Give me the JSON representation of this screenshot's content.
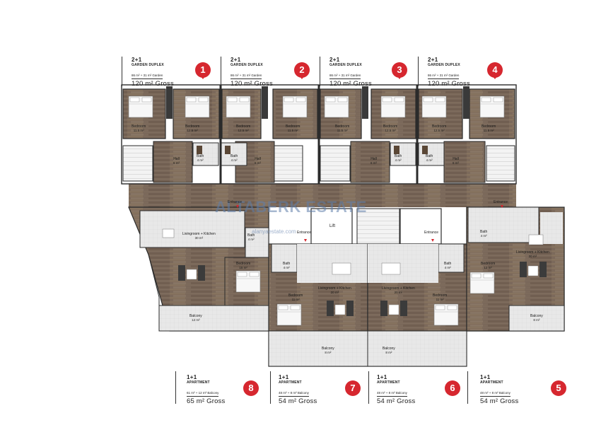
{
  "top_units": [
    {
      "number": "1",
      "type": "2+1",
      "name": "GARDEN DUPLEX",
      "area": "86 m² + 31 m² Garden",
      "gross": "120 m² Gross"
    },
    {
      "number": "2",
      "type": "2+1",
      "name": "GARDEN DUPLEX",
      "area": "86 m² + 31 m² Garden",
      "gross": "120 m² Gross"
    },
    {
      "number": "3",
      "type": "2+1",
      "name": "GARDEN DUPLEX",
      "area": "86 m² + 31 m² Garden",
      "gross": "120 m² Gross"
    },
    {
      "number": "4",
      "type": "2+1",
      "name": "GARDEN DUPLEX",
      "area": "86 m² + 31 m² Garden",
      "gross": "120 m² Gross"
    }
  ],
  "bottom_units": [
    {
      "number": "8",
      "type": "1+1",
      "name": "APARTMENT",
      "area": "61 m² + 12 m² Balcony",
      "gross": "65 m² Gross"
    },
    {
      "number": "7",
      "type": "1+1",
      "name": "APARTMENT",
      "area": "48 m² + 8 m² Balcony",
      "gross": "54 m² Gross"
    },
    {
      "number": "6",
      "type": "1+1",
      "name": "APARTMENT",
      "area": "48 m² + 8 m² Balcony",
      "gross": "54 m² Gross"
    },
    {
      "number": "5",
      "type": "1+1",
      "name": "APARTMENT",
      "area": "48 m² + 8 m² Balcony",
      "gross": "54 m² Gross"
    }
  ],
  "rooms": {
    "u1_bed_a": {
      "name": "Bedroom",
      "area": "11.5 m²"
    },
    "u1_bed_b": {
      "name": "Bedroom",
      "area": "12.5 m²"
    },
    "u1_hall": {
      "name": "Hall",
      "area": "6 m²"
    },
    "u1_bath": {
      "name": "Bath",
      "area": "4 m²"
    },
    "u2_bed_a": {
      "name": "Bedroom",
      "area": "12.5 m²"
    },
    "u2_bed_b": {
      "name": "Bedroom",
      "area": "11.5 m²"
    },
    "u2_hall": {
      "name": "Hall",
      "area": "6 m²"
    },
    "u2_bath": {
      "name": "Bath",
      "area": "4 m²"
    },
    "u3_bed_a": {
      "name": "Bedroom",
      "area": "11.5 m²"
    },
    "u3_bed_b": {
      "name": "Bedroom",
      "area": "12.5 m²"
    },
    "u3_hall": {
      "name": "Hall",
      "area": "6 m²"
    },
    "u3_bath": {
      "name": "Bath",
      "area": "4 m²"
    },
    "u4_bed_a": {
      "name": "Bedroom",
      "area": "12.5 m²"
    },
    "u4_bed_b": {
      "name": "Bedroom",
      "area": "11.5 m²"
    },
    "u4_hall": {
      "name": "Hall",
      "area": "6 m²"
    },
    "u4_bath": {
      "name": "Bath",
      "area": "4 m²"
    },
    "u8_living": {
      "name": "Livingroom + Kitchen",
      "area": "30 m²"
    },
    "u8_bed": {
      "name": "Bedroom",
      "area": "15 m²"
    },
    "u8_bath": {
      "name": "Bath",
      "area": "4 m²"
    },
    "u8_balcony": {
      "name": "Balcony",
      "area": "12 m²"
    },
    "u8_entrance": {
      "name": "Entrance",
      "area": ""
    },
    "u7_living": {
      "name": "Livingroom + Kitchen",
      "area": "20 m²"
    },
    "u7_bed": {
      "name": "Bedroom",
      "area": "11 m²"
    },
    "u7_bath": {
      "name": "Bath",
      "area": "4 m²"
    },
    "u7_balcony": {
      "name": "Balcony",
      "area": "8 m²"
    },
    "u7_entrance": {
      "name": "Entrance",
      "area": ""
    },
    "u6_living": {
      "name": "Livingroom + Kitchen",
      "area": "20 m²"
    },
    "u6_bed": {
      "name": "Bedroom",
      "area": "11 m²"
    },
    "u6_bath": {
      "name": "Bath",
      "area": "4 m²"
    },
    "u6_balcony": {
      "name": "Balcony",
      "area": "8 m²"
    },
    "u6_entrance": {
      "name": "Entrance",
      "area": ""
    },
    "u5_living": {
      "name": "Livingroom + Kitchen",
      "area": "20 m²"
    },
    "u5_bed": {
      "name": "Bedroom",
      "area": "12 m²"
    },
    "u5_bath": {
      "name": "Bath",
      "area": "4 m²"
    },
    "u5_balcony": {
      "name": "Balcony",
      "area": "8 m²"
    },
    "u5_entrance": {
      "name": "Entrance",
      "area": ""
    },
    "lift": {
      "name": "Lift"
    }
  },
  "watermark": {
    "brand": "ALTABERK ESTATE",
    "url": "alanyaestate.com"
  },
  "colors": {
    "badge": "#d6272f",
    "wood_floor": "#7c6a5b",
    "tile_floor": "#e6e6e6",
    "wall": "#2b2b2b",
    "bed_sheet": "#ffffff",
    "sofa": "#3a3a3a"
  }
}
